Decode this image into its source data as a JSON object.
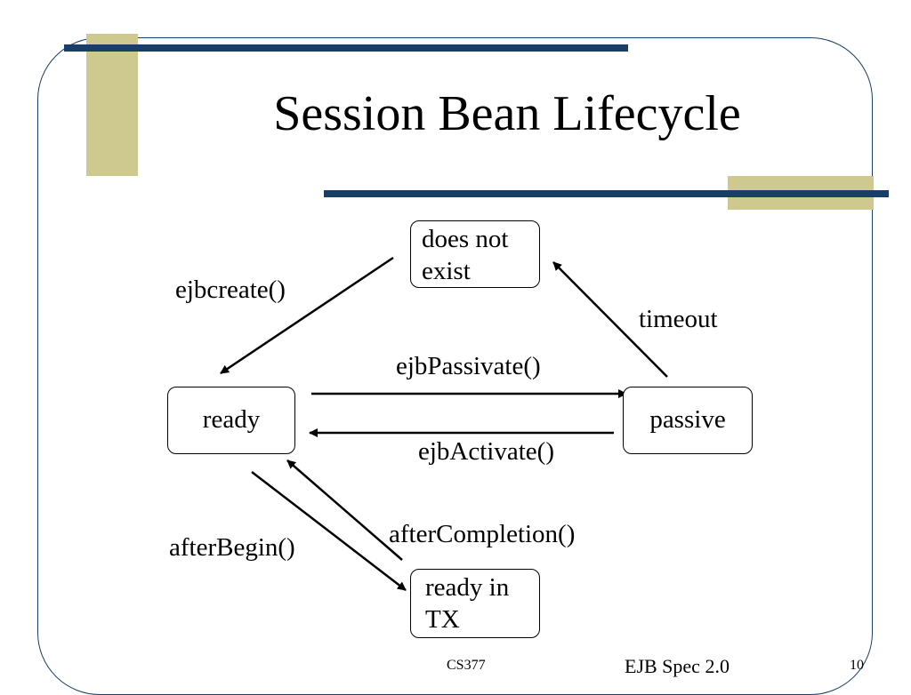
{
  "slide": {
    "title": "Session Bean Lifecycle",
    "accent_color": "#1a3f66",
    "bar_color": "#cdc98f",
    "line_color": "#1a3f66"
  },
  "states": {
    "does_not_exist": "does not exist",
    "ready": "ready",
    "passive": "passive",
    "ready_in_tx": "ready in TX"
  },
  "transitions": {
    "ejbcreate": "ejbcreate()",
    "timeout": "timeout",
    "ejbpassivate": "ejbPassivate()",
    "ejbactivate": "ejbActivate()",
    "afterbegin": "afterBegin()",
    "aftercompletion": "afterCompletion()"
  },
  "footer": {
    "course": "CS377",
    "source": "EJB Spec 2.0",
    "page": "10"
  }
}
